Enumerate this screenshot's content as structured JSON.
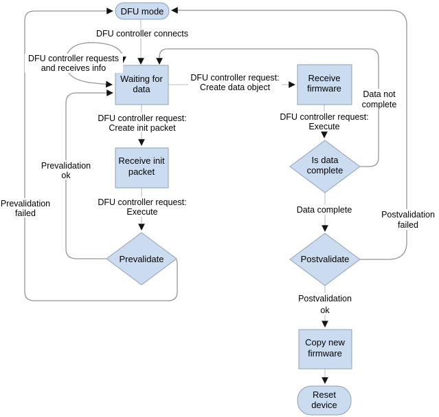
{
  "diagram": {
    "nodes": {
      "dfu_mode": {
        "label": "DFU mode"
      },
      "waiting": {
        "line1": "Waiting for",
        "line2": "data"
      },
      "receive_firmware": {
        "line1": "Receive",
        "line2": "firmware"
      },
      "receive_init": {
        "line1": "Receive init",
        "line2": "packet"
      },
      "prevalidate": {
        "label": "Prevalidate"
      },
      "is_data_complete": {
        "line1": "Is data",
        "line2": "complete"
      },
      "postvalidate": {
        "label": "Postvalidate"
      },
      "copy_new_firmware": {
        "line1": "Copy new",
        "line2": "firmware"
      },
      "reset_device": {
        "line1": "Reset",
        "line2": "device"
      }
    },
    "edge_labels": {
      "connects": "DFU controller connects",
      "requests_info_l1": "DFU controller requests",
      "requests_info_l2": "and receives info",
      "create_data_l1": "DFU controller request:",
      "create_data_l2": "Create data object",
      "create_init_l1": "DFU controller request:",
      "create_init_l2": "Create init packet",
      "execute_left_l1": "DFU controller request:",
      "execute_left_l2": "Execute",
      "execute_right_l1": "DFU controller request:",
      "execute_right_l2": "Execute",
      "data_not_complete_l1": "Data not",
      "data_not_complete_l2": "complete",
      "data_complete": "Data complete",
      "prevalidation_ok_l1": "Prevalidation",
      "prevalidation_ok_l2": "ok",
      "prevalidation_failed_l1": "Prevalidation",
      "prevalidation_failed_l2": "failed",
      "postvalidation_ok_l1": "Postvalidation",
      "postvalidation_ok_l2": "ok",
      "postvalidation_failed_l1": "Postvalidation",
      "postvalidation_failed_l2": "failed"
    },
    "colors": {
      "node_fill": "#cbdcf1",
      "node_stroke": "#8da0b3",
      "connector": "#949494",
      "drop_connector": "#c3c9d2",
      "arrowhead": "#141414",
      "text": "#000000",
      "background": "#ffffff"
    }
  }
}
